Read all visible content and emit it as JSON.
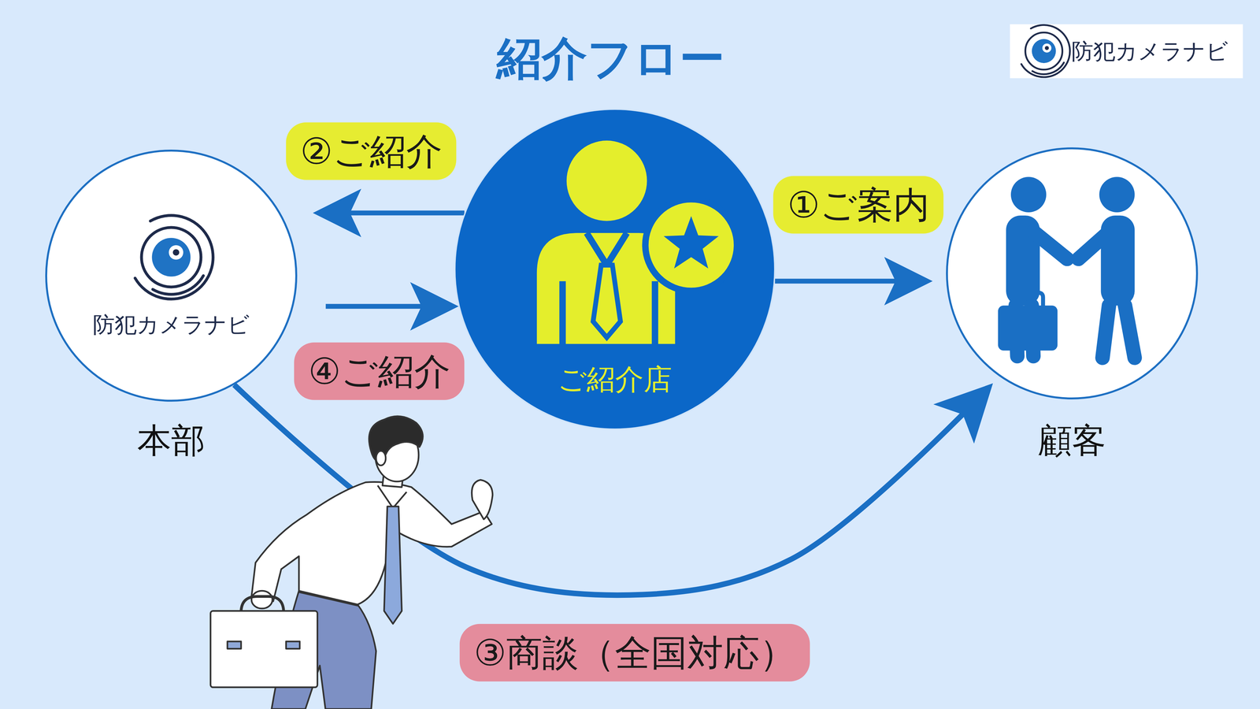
{
  "diagram": {
    "title": "紹介フロー",
    "nodes": [
      {
        "text": [
          "防犯カメラナビ"
        ]
      },
      {
        "text": [
          "防犯カメラナビ",
          "本部"
        ]
      },
      {
        "text": [
          "ご紹介店"
        ]
      },
      {
        "text": [
          "顧客"
        ]
      }
    ],
    "edges": [
      {
        "from": 2,
        "to": 1,
        "label": "②ご紹介",
        "arrow": "to"
      },
      {
        "from": 1,
        "to": 2,
        "label": "④ご紹介",
        "arrow": "to"
      },
      {
        "from": 2,
        "to": 3,
        "label": "①ご案内",
        "arrow": "to"
      },
      {
        "from": 1,
        "to": 3,
        "label": "③商談（全国対応）",
        "arrow": "to"
      }
    ]
  }
}
